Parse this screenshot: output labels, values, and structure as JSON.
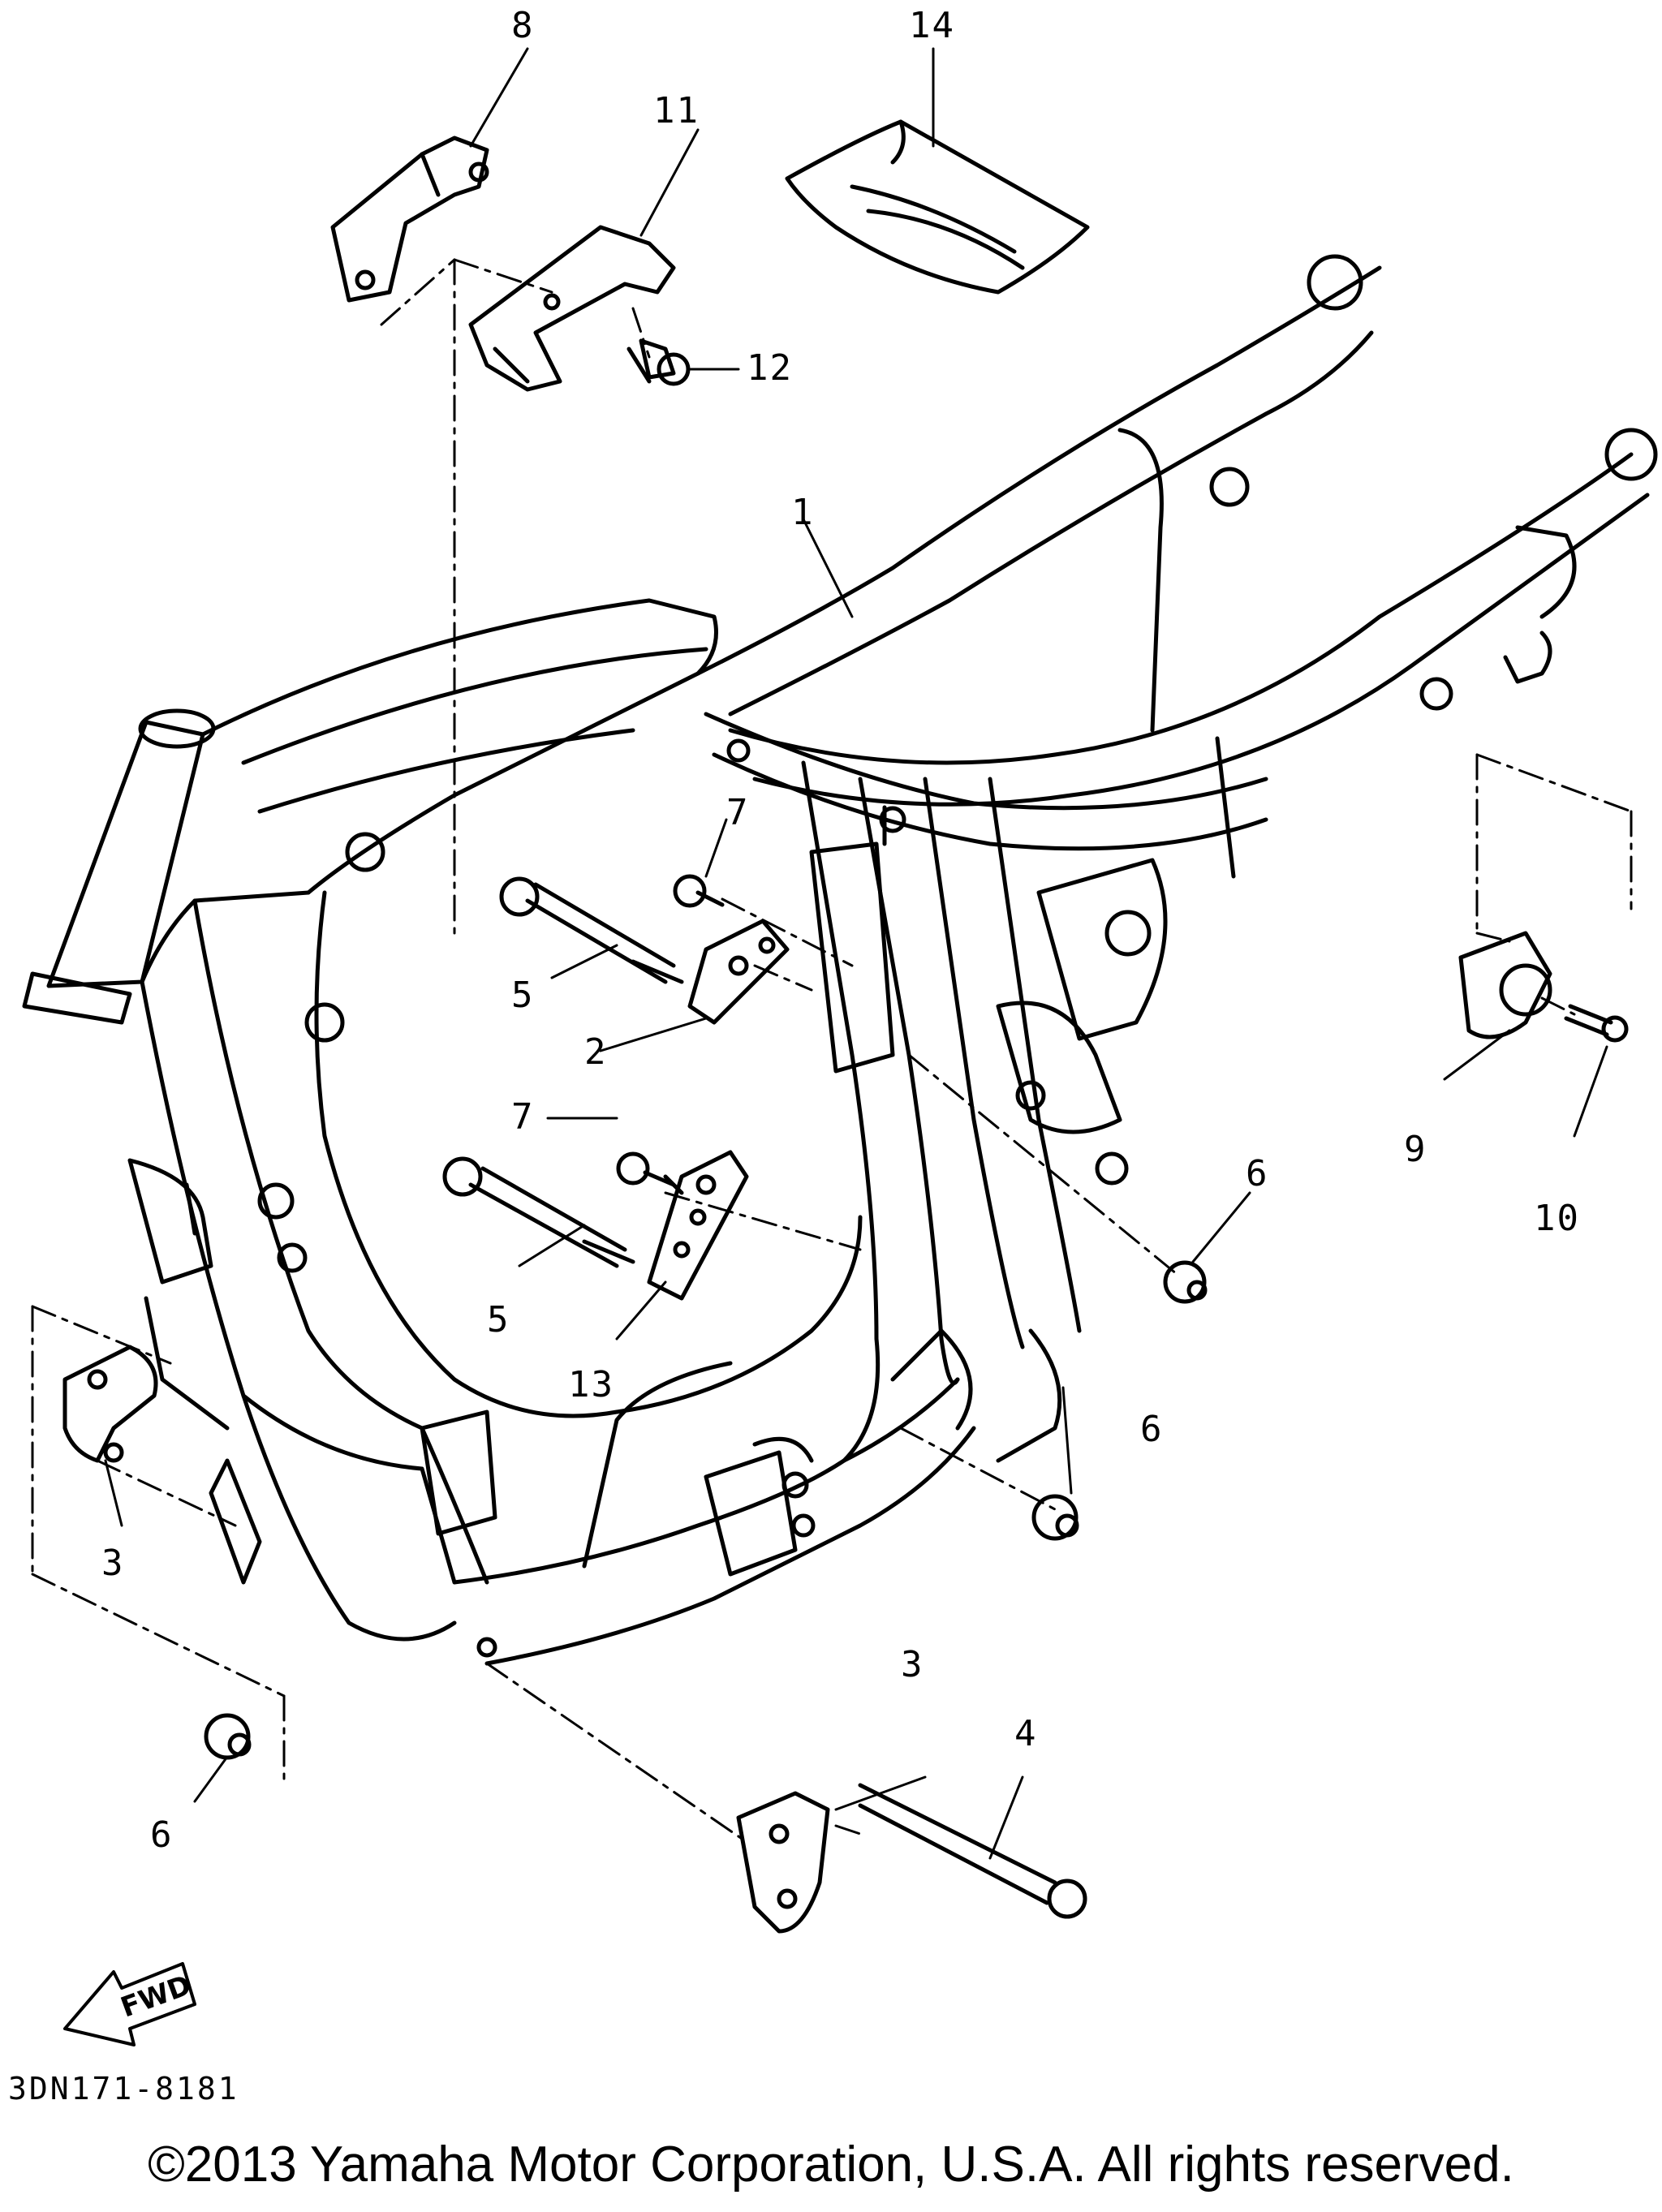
{
  "diagram": {
    "callouts": [
      {
        "id": "c8",
        "label": "8"
      },
      {
        "id": "c14",
        "label": "14"
      },
      {
        "id": "c11",
        "label": "11"
      },
      {
        "id": "c12",
        "label": "12"
      },
      {
        "id": "c1",
        "label": "1"
      },
      {
        "id": "c7a",
        "label": "7"
      },
      {
        "id": "c5a",
        "label": "5"
      },
      {
        "id": "c2",
        "label": "2"
      },
      {
        "id": "c7b",
        "label": "7"
      },
      {
        "id": "c5b",
        "label": "5"
      },
      {
        "id": "c13",
        "label": "13"
      },
      {
        "id": "c3a",
        "label": "3"
      },
      {
        "id": "c6a",
        "label": "6"
      },
      {
        "id": "c6b",
        "label": "6"
      },
      {
        "id": "c6c",
        "label": "6"
      },
      {
        "id": "c9",
        "label": "9"
      },
      {
        "id": "c10",
        "label": "10"
      },
      {
        "id": "c3b",
        "label": "3"
      },
      {
        "id": "c4",
        "label": "4"
      }
    ],
    "fwd_label": "FWD",
    "part_code": "3DN171-8181",
    "copyright": "©2013 Yamaha Motor Corporation, U.S.A. All rights reserved."
  }
}
